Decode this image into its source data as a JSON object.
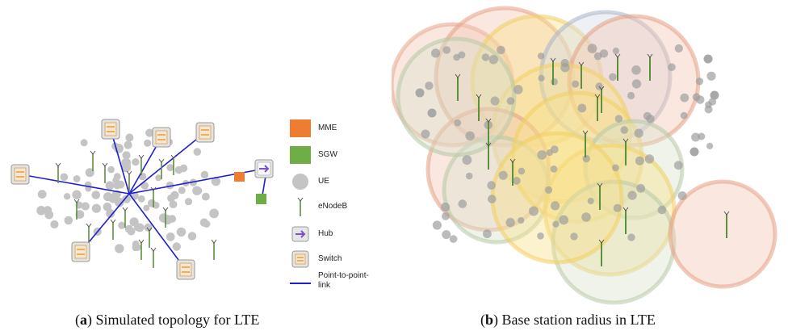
{
  "legend": {
    "items": [
      {
        "label": "MME",
        "icon": "mme-square",
        "color": "#ee7d31"
      },
      {
        "label": "SGW",
        "icon": "sgw-square",
        "color": "#6fae46"
      },
      {
        "label": "UE",
        "icon": "ue-circle",
        "color": "#bdbdbd"
      },
      {
        "label": "eNodeB",
        "icon": "enodeb-antenna",
        "color": "#5a8a3a"
      },
      {
        "label": "Hub",
        "icon": "hub-box",
        "color": "#7a4fd0"
      },
      {
        "label": "Switch",
        "icon": "switch-box",
        "color": "#e59b44"
      },
      {
        "label": "Point-to-point-\nlink",
        "icon": "link-line",
        "color": "#1f1fd0"
      }
    ]
  },
  "captions": {
    "a_letter": "a",
    "a_text": " Simulated topology for LTE",
    "b_letter": "b",
    "b_text": " Base station radius in LTE"
  },
  "colors": {
    "link": "#1f1fd0",
    "ue": "#c4c4c4",
    "antenna": "#5e8f3e",
    "mme": "#ee7d31",
    "sgw": "#6fae46"
  }
}
